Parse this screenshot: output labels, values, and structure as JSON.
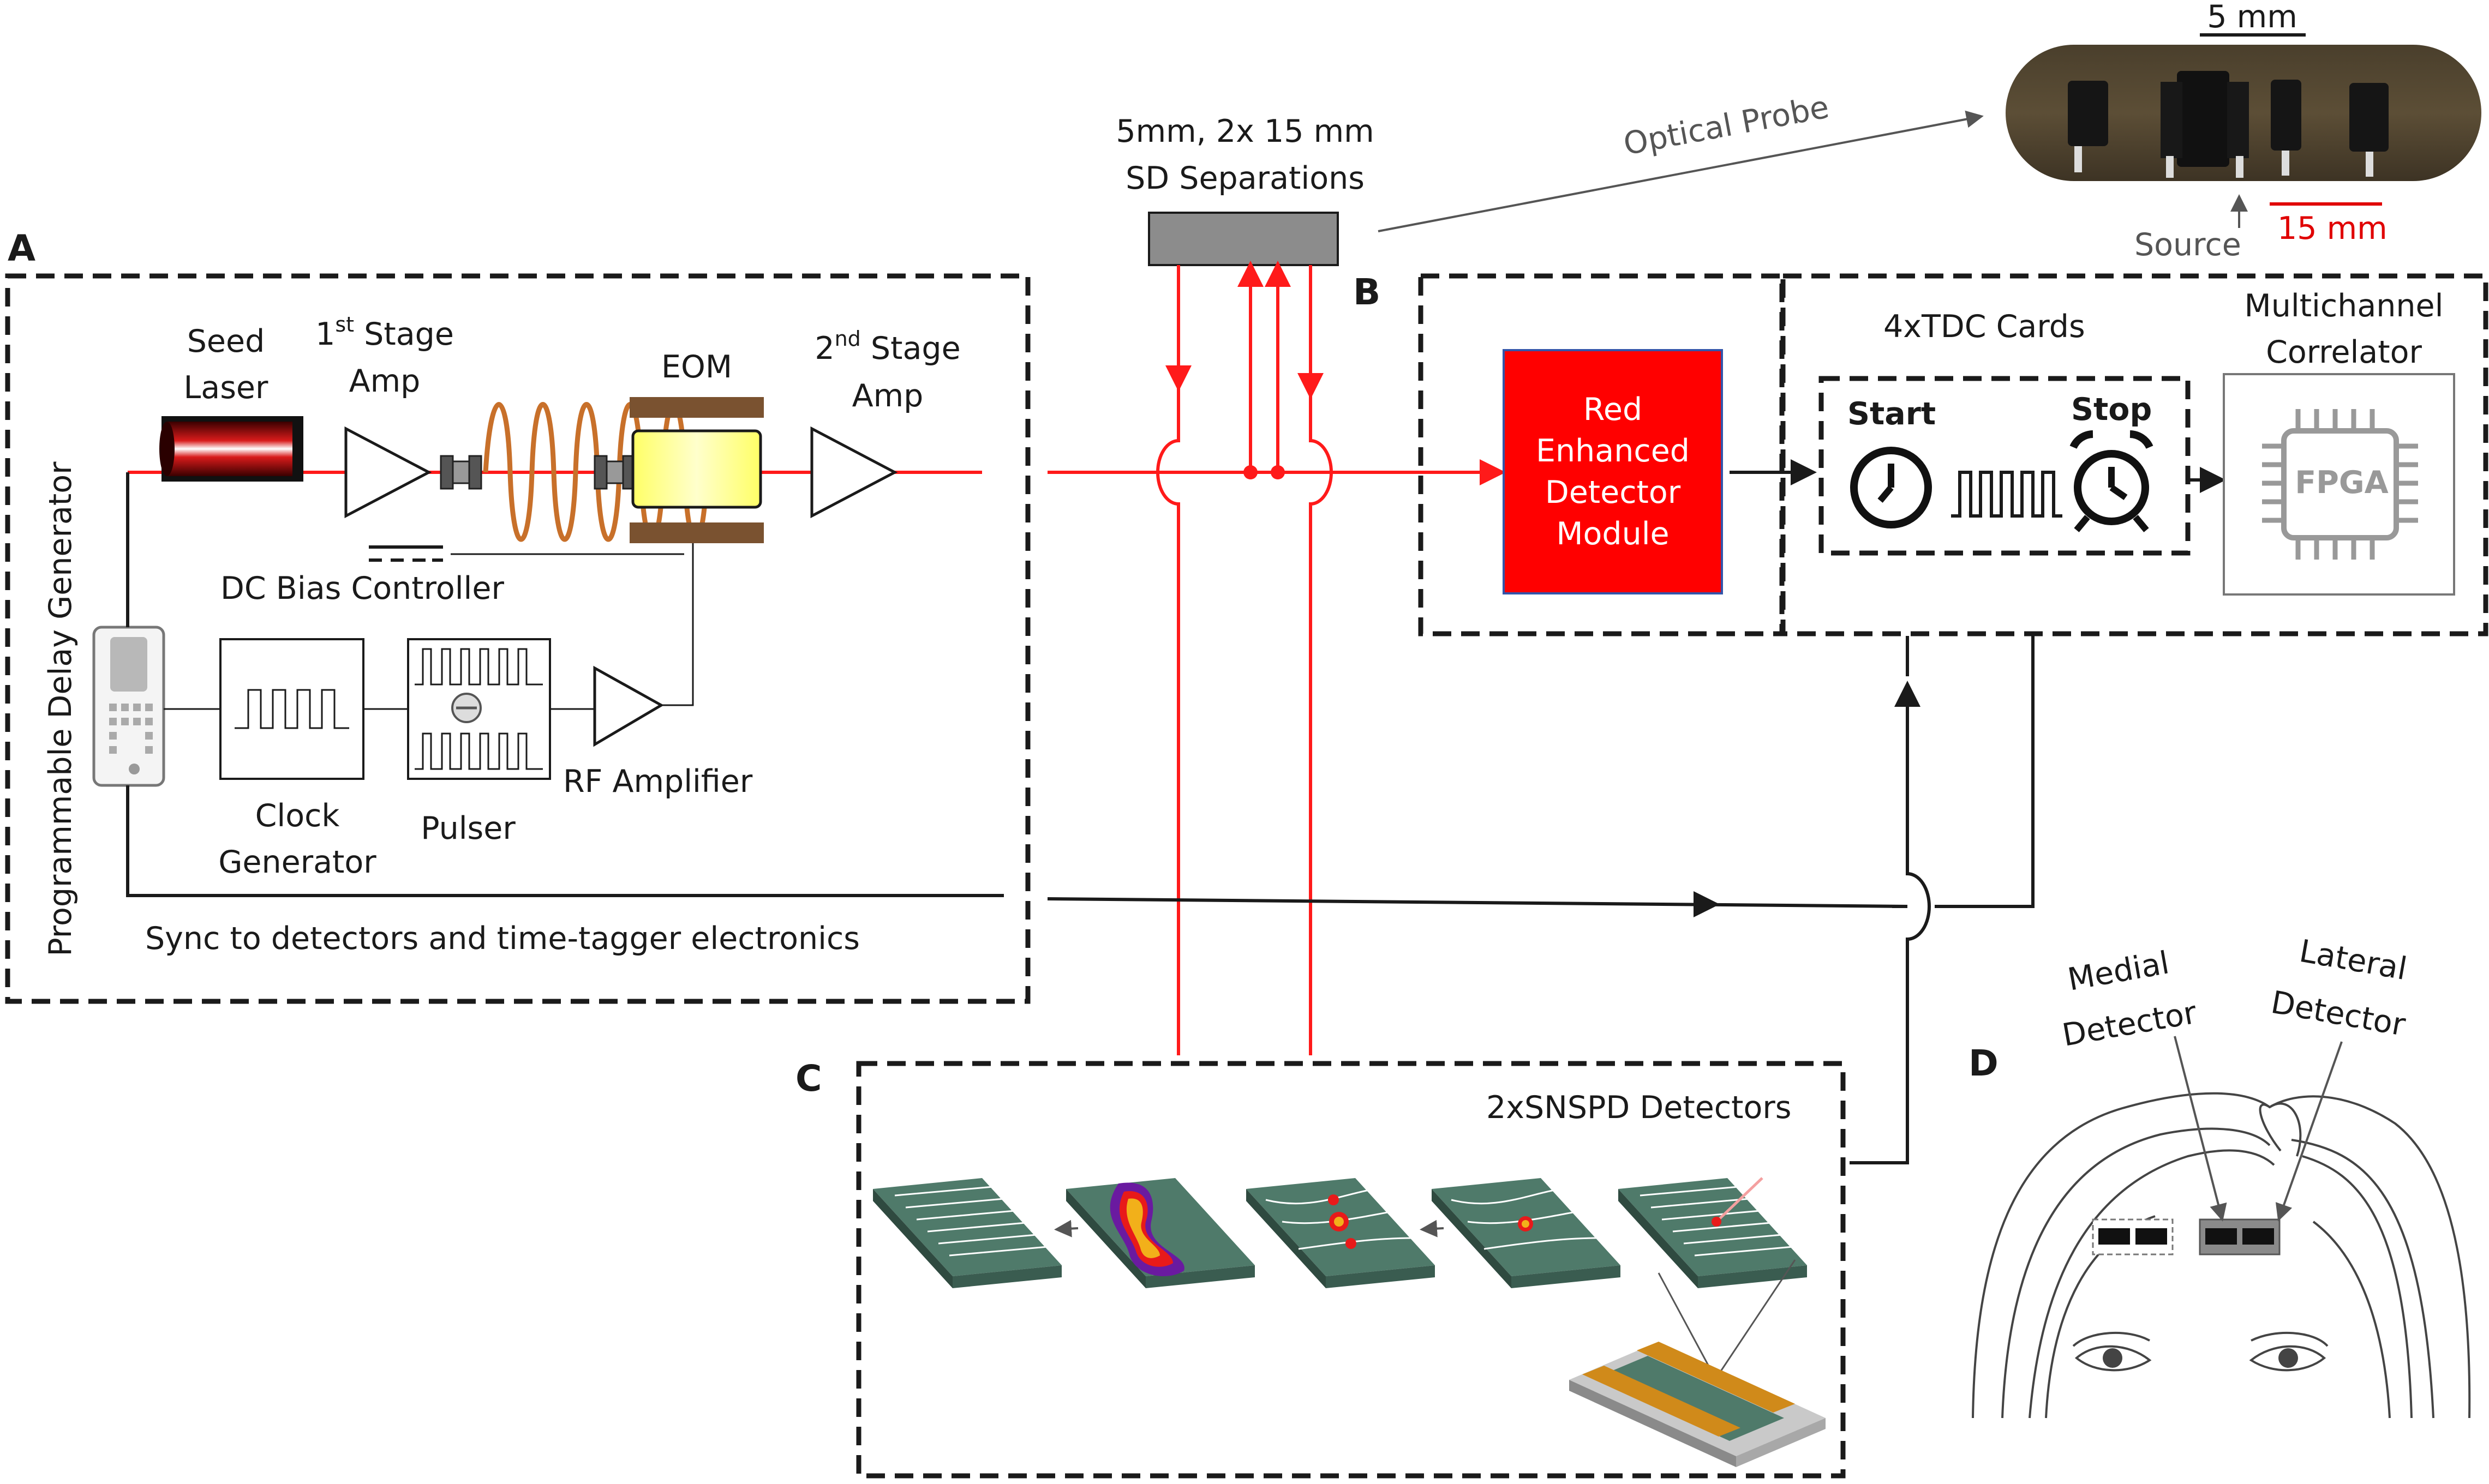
{
  "panels": {
    "a": "A",
    "b": "B",
    "c": "C",
    "d": "D"
  },
  "probe": {
    "separations_line1": "5mm, 2x 15 mm",
    "separations_line2": "SD Separations",
    "optical_probe": "Optical Probe",
    "scale_small": "5 mm",
    "scale_large": "15 mm",
    "source": "Source"
  },
  "laser_system": {
    "seed_laser_line1": "Seed",
    "seed_laser_line2": "Laser",
    "stage1_amp_base": "1",
    "stage1_amp_sup": "st",
    "stage1_amp_rest": " Stage",
    "stage1_amp_line2": "Amp",
    "eom": "EOM",
    "stage2_amp_base": "2",
    "stage2_amp_sup": "nd",
    "stage2_amp_rest": " Stage",
    "stage2_amp_line2": "Amp",
    "dc_bias": "DC Bias Controller",
    "delay_generator": "Programmable Delay Generator",
    "clock_line1": "Clock",
    "clock_line2": "Generator",
    "pulser": "Pulser",
    "rf_amplifier": "RF Amplifier",
    "sync": "Sync to detectors and time-tagger electronics"
  },
  "detection": {
    "red_module_line1": "Red",
    "red_module_line2": "Enhanced",
    "red_module_line3": "Detector",
    "red_module_line4": "Module",
    "tdc_cards": "4xTDC Cards",
    "start": "Start",
    "stop": "Stop",
    "correlator_line1": "Multichannel",
    "correlator_line2": "Correlator",
    "fpga": "FPGA"
  },
  "snspd": {
    "title": "2xSNSPD Detectors"
  },
  "head": {
    "medial_line1": "Medial",
    "medial_line2": "Detector",
    "lateral_line1": "Lateral",
    "lateral_line2": "Detector"
  },
  "colors": {
    "fiber_red": "#ff1a1a",
    "red_module": "#ff0000",
    "eom_yellow": "#ffff66",
    "copper_coil": "#c8702a",
    "snspd_green": "#4f7a6a"
  }
}
